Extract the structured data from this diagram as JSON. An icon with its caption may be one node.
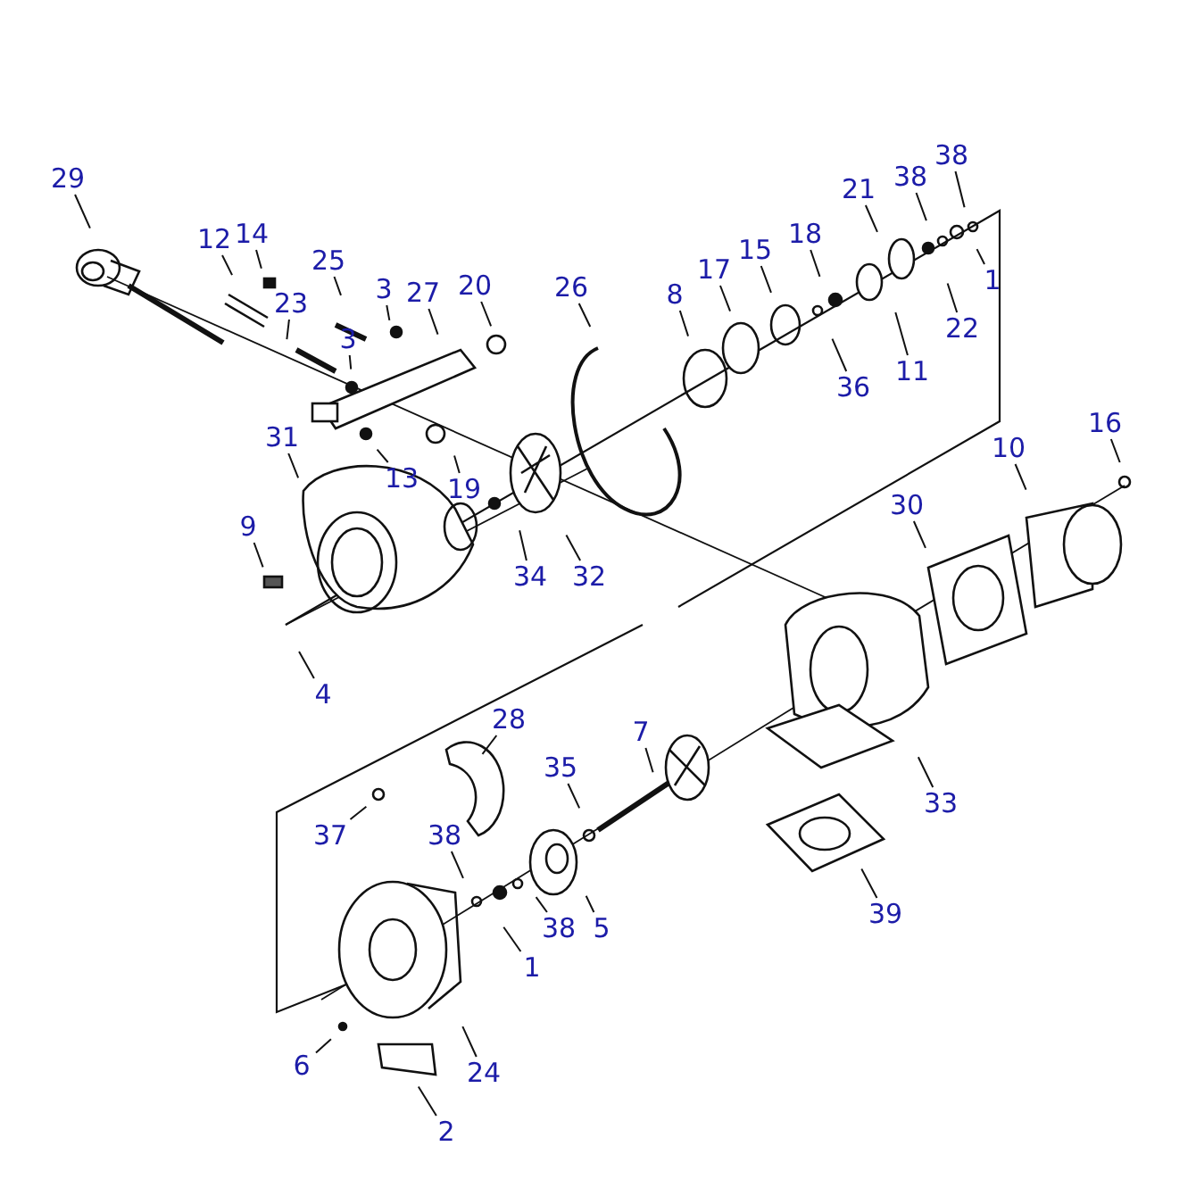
{
  "diagram": {
    "nodes": [
      {
        "text": [
          "38"
        ]
      },
      {
        "text": [
          "29"
        ]
      },
      {
        "text": [
          "38"
        ]
      },
      {
        "text": [
          "21"
        ]
      },
      {
        "text": [
          "12"
        ]
      },
      {
        "text": [
          "14"
        ]
      },
      {
        "text": [
          "25"
        ]
      },
      {
        "text": [
          "1"
        ]
      },
      {
        "text": [
          "3"
        ]
      },
      {
        "text": [
          "27"
        ]
      },
      {
        "text": [
          "20"
        ]
      },
      {
        "text": [
          "26"
        ]
      },
      {
        "text": [
          "15"
        ]
      },
      {
        "text": [
          "17"
        ]
      },
      {
        "text": [
          "18"
        ]
      },
      {
        "text": [
          "8"
        ]
      },
      {
        "text": [
          "23"
        ]
      },
      {
        "text": [
          "3"
        ]
      },
      {
        "text": [
          "22"
        ]
      },
      {
        "text": [
          "11"
        ]
      },
      {
        "text": [
          "36"
        ]
      },
      {
        "text": [
          "31"
        ]
      },
      {
        "text": [
          "13"
        ]
      },
      {
        "text": [
          "19"
        ]
      },
      {
        "text": [
          "16"
        ]
      },
      {
        "text": [
          "10"
        ]
      },
      {
        "text": [
          "30"
        ]
      },
      {
        "text": [
          "9"
        ]
      },
      {
        "text": [
          "34"
        ]
      },
      {
        "text": [
          "32"
        ]
      },
      {
        "text": [
          "4"
        ]
      },
      {
        "text": [
          "28"
        ]
      },
      {
        "text": [
          "7"
        ]
      },
      {
        "text": [
          "35"
        ]
      },
      {
        "text": [
          "37"
        ]
      },
      {
        "text": [
          "38"
        ]
      },
      {
        "text": [
          "33"
        ]
      },
      {
        "text": [
          "5"
        ]
      },
      {
        "text": [
          "38"
        ]
      },
      {
        "text": [
          "1"
        ]
      },
      {
        "text": [
          "39"
        ]
      },
      {
        "text": [
          "6"
        ]
      },
      {
        "text": [
          "24"
        ]
      },
      {
        "text": [
          "2"
        ]
      }
    ],
    "edges": [
      {
        "from": 0,
        "to": null,
        "arrow": "none"
      },
      {
        "from": 1,
        "to": null,
        "arrow": "none"
      },
      {
        "from": 2,
        "to": null,
        "arrow": "none"
      },
      {
        "from": 3,
        "to": null,
        "arrow": "none"
      },
      {
        "from": 4,
        "to": null,
        "arrow": "none"
      },
      {
        "from": 5,
        "to": null,
        "arrow": "none"
      },
      {
        "from": 6,
        "to": null,
        "arrow": "none"
      },
      {
        "from": 7,
        "to": null,
        "arrow": "none"
      },
      {
        "from": 8,
        "to": null,
        "arrow": "none"
      },
      {
        "from": 9,
        "to": null,
        "arrow": "none"
      },
      {
        "from": 10,
        "to": null,
        "arrow": "none"
      },
      {
        "from": 11,
        "to": null,
        "arrow": "none"
      },
      {
        "from": 12,
        "to": null,
        "arrow": "none"
      },
      {
        "from": 13,
        "to": null,
        "arrow": "none"
      },
      {
        "from": 14,
        "to": null,
        "arrow": "none"
      },
      {
        "from": 15,
        "to": null,
        "arrow": "none"
      },
      {
        "from": 16,
        "to": null,
        "arrow": "none"
      },
      {
        "from": 17,
        "to": null,
        "arrow": "none"
      },
      {
        "from": 18,
        "to": null,
        "arrow": "none"
      },
      {
        "from": 19,
        "to": null,
        "arrow": "none"
      },
      {
        "from": 20,
        "to": null,
        "arrow": "none"
      },
      {
        "from": 21,
        "to": null,
        "arrow": "none"
      },
      {
        "from": 22,
        "to": null,
        "arrow": "none"
      },
      {
        "from": 23,
        "to": null,
        "arrow": "none"
      },
      {
        "from": 24,
        "to": null,
        "arrow": "none"
      },
      {
        "from": 25,
        "to": null,
        "arrow": "none"
      },
      {
        "from": 26,
        "to": null,
        "arrow": "none"
      },
      {
        "from": 27,
        "to": null,
        "arrow": "none"
      },
      {
        "from": 28,
        "to": null,
        "arrow": "none"
      },
      {
        "from": 29,
        "to": null,
        "arrow": "none"
      },
      {
        "from": 30,
        "to": null,
        "arrow": "none"
      },
      {
        "from": 31,
        "to": null,
        "arrow": "none"
      },
      {
        "from": 32,
        "to": null,
        "arrow": "none"
      },
      {
        "from": 33,
        "to": null,
        "arrow": "none"
      },
      {
        "from": 34,
        "to": null,
        "arrow": "none"
      },
      {
        "from": 35,
        "to": null,
        "arrow": "none"
      },
      {
        "from": 36,
        "to": null,
        "arrow": "none"
      },
      {
        "from": 37,
        "to": null,
        "arrow": "none"
      },
      {
        "from": 38,
        "to": null,
        "arrow": "none"
      },
      {
        "from": 39,
        "to": null,
        "arrow": "none"
      },
      {
        "from": 40,
        "to": null,
        "arrow": "none"
      },
      {
        "from": 41,
        "to": null,
        "arrow": "none"
      },
      {
        "from": 42,
        "to": null,
        "arrow": "none"
      },
      {
        "from": 43,
        "to": null,
        "arrow": "none"
      }
    ]
  }
}
